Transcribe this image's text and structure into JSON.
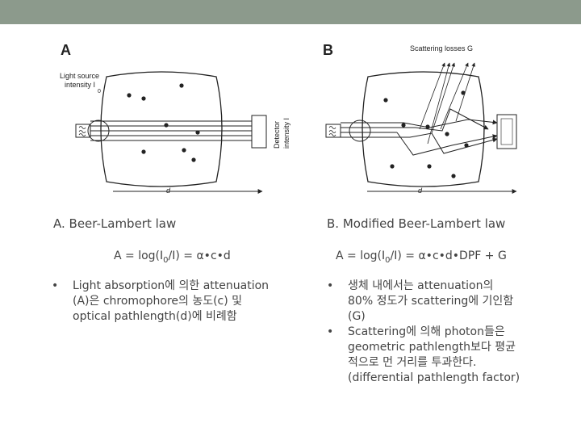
{
  "figure": {
    "panel_a": {
      "letter": "A",
      "source_label_line1": "Light source",
      "source_label_line2": "intensity I",
      "source_label_sub": "0",
      "detector_label_line1": "Detector",
      "detector_label_line2": "intensity I",
      "distance_label": "d"
    },
    "panel_b": {
      "letter": "B",
      "scatter_label": "Scattering losses G",
      "distance_label": "d"
    }
  },
  "left": {
    "caption": "A. Beer-Lambert law",
    "eq_prefix": "A = log(I",
    "eq_sub": "0",
    "eq_suffix": "/I) = α•c•d",
    "bullets": [
      "Light absorption에 의한 attenuation (A)은 chromophore의 농도(c) 및 optical pathlength(d)에 비례함"
    ]
  },
  "right": {
    "caption": "B. Modified Beer-Lambert law",
    "eq_prefix": "A = log(I",
    "eq_sub": "0",
    "eq_suffix": "/I) = α•c•d•DPF + G",
    "bullets": [
      "생체 내에서는 attenuation의 80% 정도가 scattering에 기인함 (G)",
      "Scattering에 의해 photon들은 geometric pathlength보다 평균적으로 먼 거리를 투과한다. (differential pathlength factor)"
    ]
  },
  "colors": {
    "topbar": "#8c9a8c",
    "diagram": "#222222",
    "text": "#444444"
  }
}
